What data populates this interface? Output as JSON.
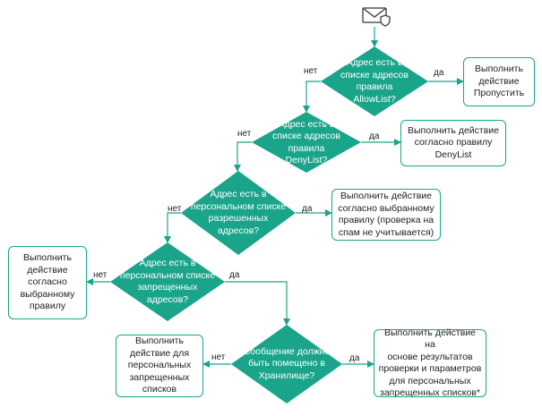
{
  "decisions": [
    {
      "id": "d1",
      "text": "Адрес есть в\nсписке адресов\nправила\nAllowList?"
    },
    {
      "id": "d2",
      "text": "Адрес есть в\nсписке адресов\nправила\nDenyList?"
    },
    {
      "id": "d3",
      "text": "Адрес есть в\nперсональном списке\nразрешенных\nадресов?"
    },
    {
      "id": "d4",
      "text": "Адрес есть в\nперсональном списке\nзапрещенных\nадресов?"
    },
    {
      "id": "d5",
      "text": "Сообщение должно\nбыть помещено в\nХранилище?"
    }
  ],
  "actions": [
    {
      "id": "a1",
      "text": "Выполнить\nдействие\nПропустить"
    },
    {
      "id": "a2",
      "text": "Выполнить действие\nсогласно правилу\nDenyList"
    },
    {
      "id": "a3",
      "text": "Выполнить действие\nсогласно выбранному\nправилу (проверка на\nспам не учитывается)"
    },
    {
      "id": "a4",
      "text": "Выполнить\nдействие\nсогласно\nвыбранному\nправилу"
    },
    {
      "id": "a5",
      "text": "Выполнить\nдействие для\nперсональных\nзапрещенных\nсписков"
    },
    {
      "id": "a6",
      "text": "Выполнить действие на\nоснове результатов\nпроверки и параметров\nдля персональных\nзапрещенных списков*"
    }
  ],
  "labels": {
    "yes": "да",
    "no": "нет"
  },
  "icon": "mail-shield-icon",
  "colors": {
    "accent": "#1aa58a",
    "text": "#222222",
    "decision_text": "#ffffff"
  }
}
